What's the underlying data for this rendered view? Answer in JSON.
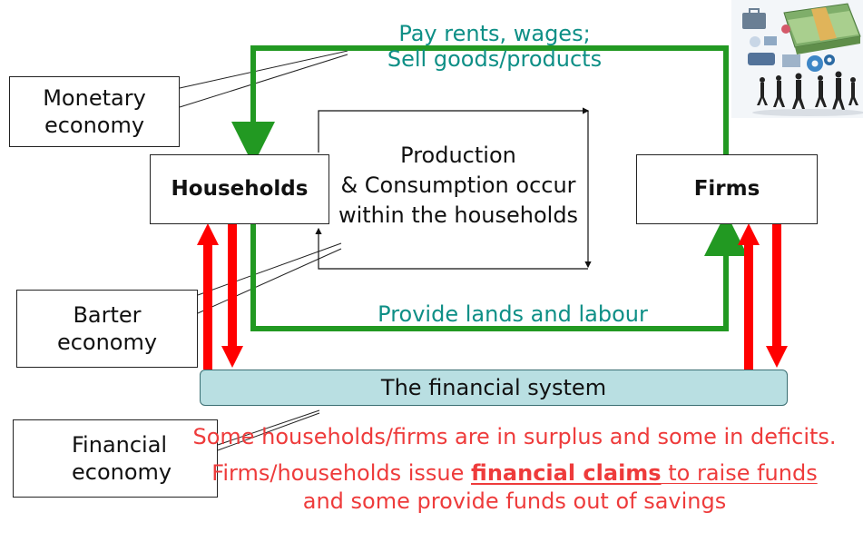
{
  "callouts": {
    "monetary": [
      "Monetary",
      "economy"
    ],
    "barter": [
      "Barter",
      "economy"
    ],
    "financial": [
      "Financial",
      "economy"
    ]
  },
  "nodes": {
    "households": "Households",
    "firms": "Firms",
    "financial_system": "The financial system"
  },
  "flows": {
    "top_label": [
      "Pay rents, wages;",
      "Sell goods/products"
    ],
    "bottom_label": "Provide lands and labour"
  },
  "center_text": [
    "Production",
    "& Consumption occur",
    "within the households"
  ],
  "notes": {
    "line1": "Some households/firms are in surplus and some in deficits.",
    "line2_prefix": "Firms/households issue ",
    "line2_emphasis": "financial claims",
    "line2_suffix": " to raise funds",
    "line3": "and some provide funds out of savings"
  },
  "colors": {
    "green_flow": "#229922",
    "red_flow": "#ff0000",
    "teal_text": "#0e8f86",
    "red_text": "#ee3b3b",
    "financial_fill": "#b9dfe2"
  },
  "illustration": "business-people-and-money-clipart"
}
